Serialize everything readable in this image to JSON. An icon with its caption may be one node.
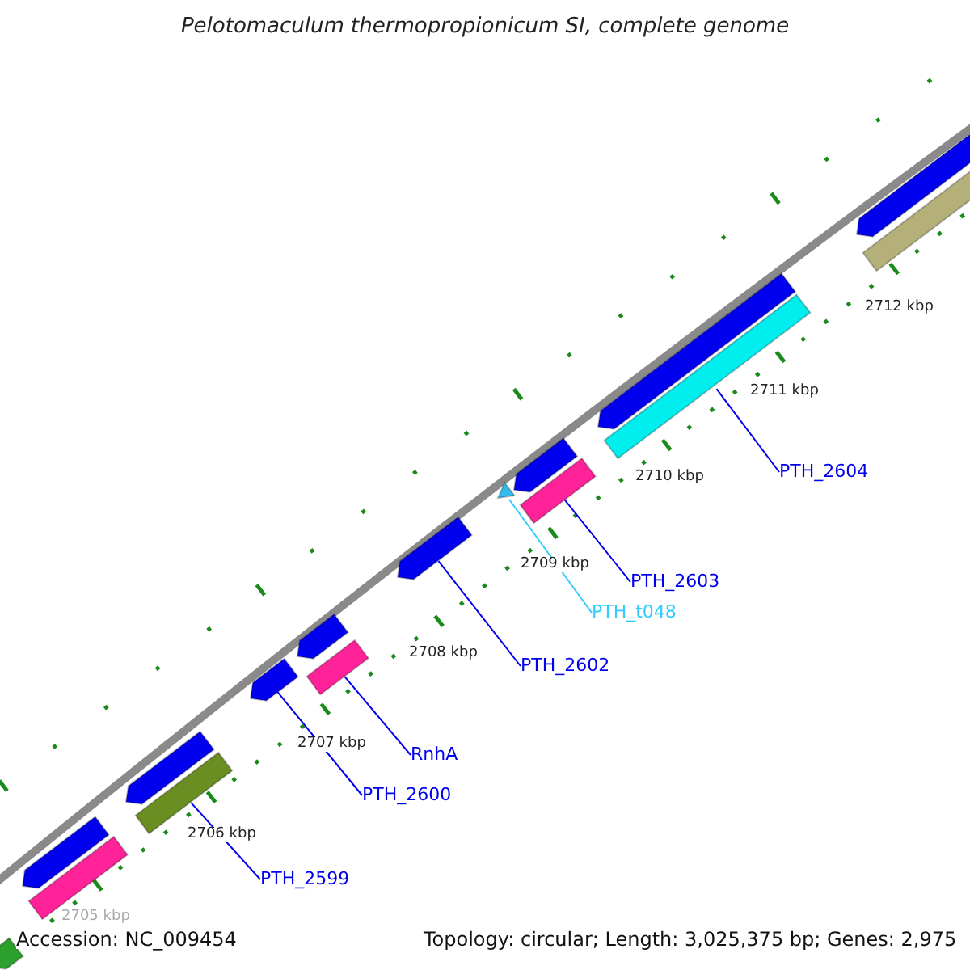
{
  "diagram": {
    "title": "Pelotomaculum thermopropionicum SI, complete genome",
    "nodes": [
      {
        "text": [
          "PTH_2599"
        ]
      },
      {
        "text": [
          "PTH_2600"
        ]
      },
      {
        "text": [
          "RnhA"
        ]
      },
      {
        "text": [
          "PTH_2602"
        ]
      },
      {
        "text": [
          "PTH_2603"
        ]
      },
      {
        "text": [
          "PTH_t048"
        ]
      },
      {
        "text": [
          "PTH_2604"
        ]
      },
      {
        "text": [],
        "shape": "arrow"
      },
      {
        "text": [],
        "shape": "arrow"
      },
      {
        "text": [],
        "shape": "bar"
      },
      {
        "text": [],
        "shape": "arrow"
      },
      {
        "text": [],
        "shape": "bar"
      },
      {
        "text": [],
        "shape": "arrow"
      },
      {
        "text": [],
        "shape": "arrow"
      },
      {
        "text": [],
        "shape": "bar"
      },
      {
        "text": [],
        "shape": "arrow"
      },
      {
        "text": [],
        "shape": "arrow"
      },
      {
        "text": [],
        "shape": "triangle"
      },
      {
        "text": [],
        "shape": "bar"
      },
      {
        "text": [],
        "shape": "arrow"
      },
      {
        "text": [],
        "shape": "bar"
      },
      {
        "text": [],
        "shape": "arrow"
      },
      {
        "text": [],
        "shape": "bar"
      }
    ],
    "edges": [
      {
        "from": 0,
        "to": 11,
        "arrow": "none"
      },
      {
        "from": 1,
        "to": 12,
        "arrow": "none"
      },
      {
        "from": 2,
        "to": 14,
        "arrow": "none"
      },
      {
        "from": 3,
        "to": 15,
        "arrow": "none"
      },
      {
        "from": 4,
        "to": 18,
        "arrow": "none"
      },
      {
        "from": 5,
        "to": 17,
        "arrow": "none",
        "color": "#33ccff"
      },
      {
        "from": 6,
        "to": 20,
        "arrow": "none"
      }
    ],
    "labels": [
      "2705 kbp",
      "2706 kbp",
      "2707 kbp",
      "2708 kbp",
      "2709 kbp",
      "2710 kbp",
      "2711 kbp",
      "2712 kbp",
      "Accession: NC_009454",
      "Topology: circular; Length: 3,025,375 bp; Genes: 2,975"
    ]
  }
}
